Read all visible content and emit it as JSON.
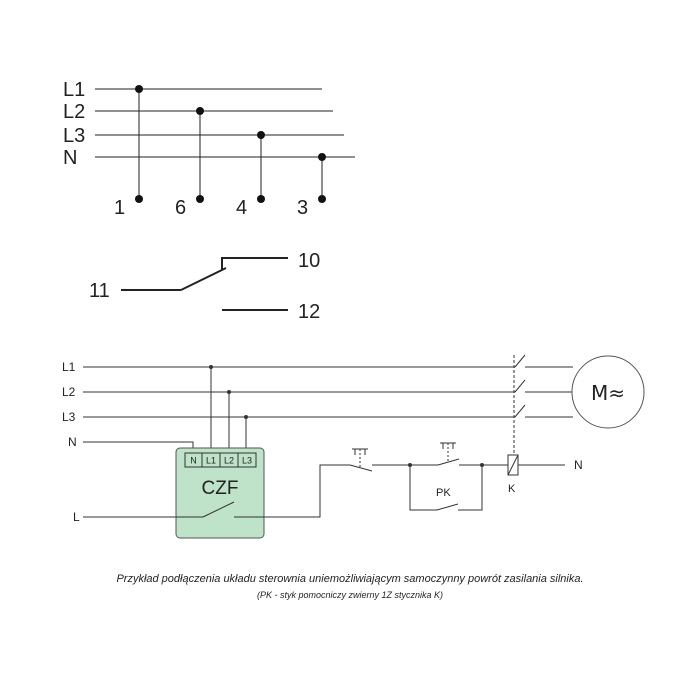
{
  "top_diagram": {
    "lines": [
      "L1",
      "L2",
      "L3",
      "N"
    ],
    "terminals": [
      "1",
      "6",
      "4",
      "3"
    ]
  },
  "contact": {
    "common": "11",
    "normally_open": "10",
    "normally_closed": "12"
  },
  "circuit": {
    "phase_labels": [
      "L1",
      "L2",
      "L3"
    ],
    "neutral_label": "N",
    "control_label": "L",
    "module": {
      "name": "CZF",
      "terminals": [
        "N",
        "L1",
        "L2",
        "L3"
      ],
      "fill_color": "#bfe3c9"
    },
    "motor_label": "M≈",
    "aux_contact_label": "PK",
    "coil_label": "K",
    "coil_neutral_label": "N"
  },
  "caption": {
    "main": "Przykład podłączenia układu sterownia uniemożliwiającym samoczynny powrót zasilania silnika.",
    "sub": "(PK - styk pomocniczy zwierny 1Z stycznika K)"
  }
}
